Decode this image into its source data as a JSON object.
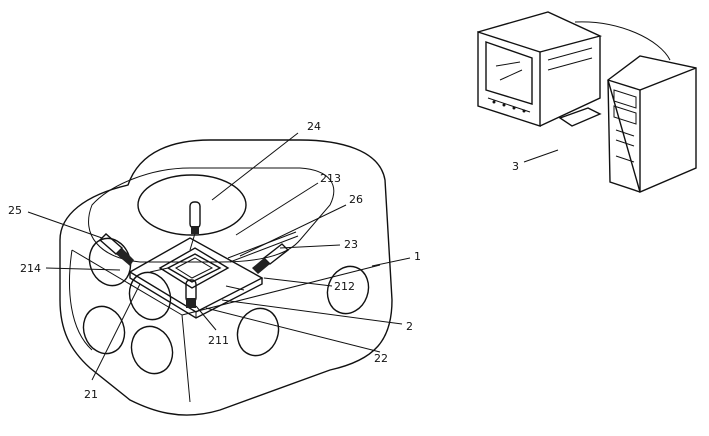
{
  "figure": {
    "labels": {
      "l24": "24",
      "l213": "213",
      "l26": "26",
      "l25": "25",
      "l23": "23",
      "l214": "214",
      "l1": "1",
      "l212": "212",
      "l2": "2",
      "l211": "211",
      "l22": "22",
      "l21": "21",
      "l3": "3"
    }
  }
}
